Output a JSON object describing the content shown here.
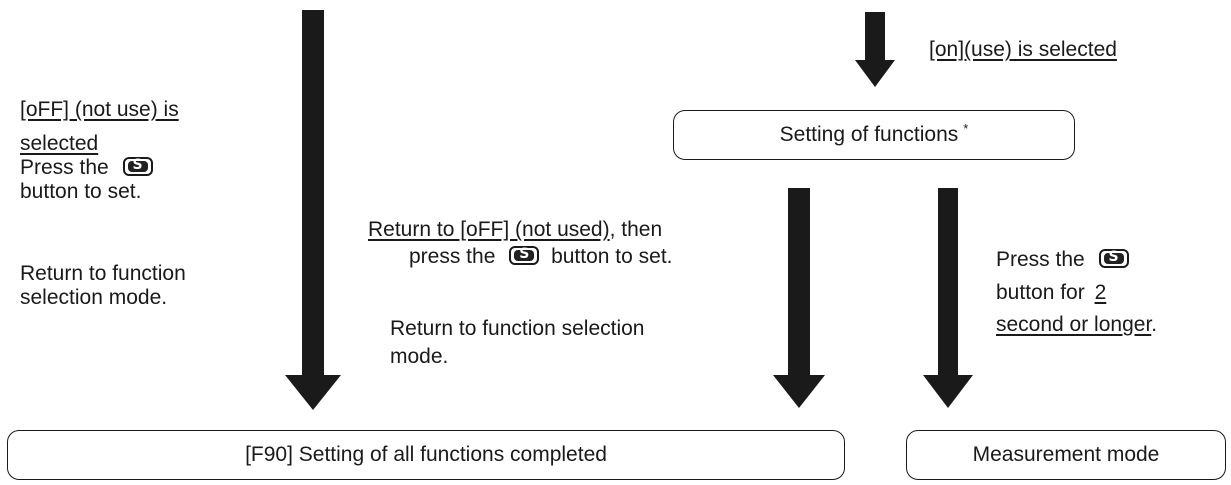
{
  "header_note": "[on](use) is selected",
  "setting_box": "Setting of functions",
  "setting_box_mark": "*",
  "left_note": {
    "line1": "[oFF] (not use) is",
    "line2": "selected",
    "line3_pre": "Press the",
    "line4": "button to set.",
    "line5": "Return to function",
    "line6": "selection mode."
  },
  "middle_note": {
    "line1_link": "Return to [oFF] (not used)",
    "line1_rest": ", then",
    "line2_pre": "press the",
    "line2_post": "button to set.",
    "line3": "Return to function selection",
    "line4": "mode."
  },
  "right_note": {
    "line1_pre": "Press the",
    "line2_pre": "button for",
    "line2_link": "2",
    "line3_link": "second or longer",
    "line3_rest": "."
  },
  "bottom_left_box": "[F90] Setting of all functions completed",
  "bottom_right_box": "Measurement mode",
  "button_icon": {
    "symbol": "S",
    "name": "s-button-icon"
  },
  "colors": {
    "arrow": "#1a1a1a",
    "line": "#1a1a1a"
  }
}
